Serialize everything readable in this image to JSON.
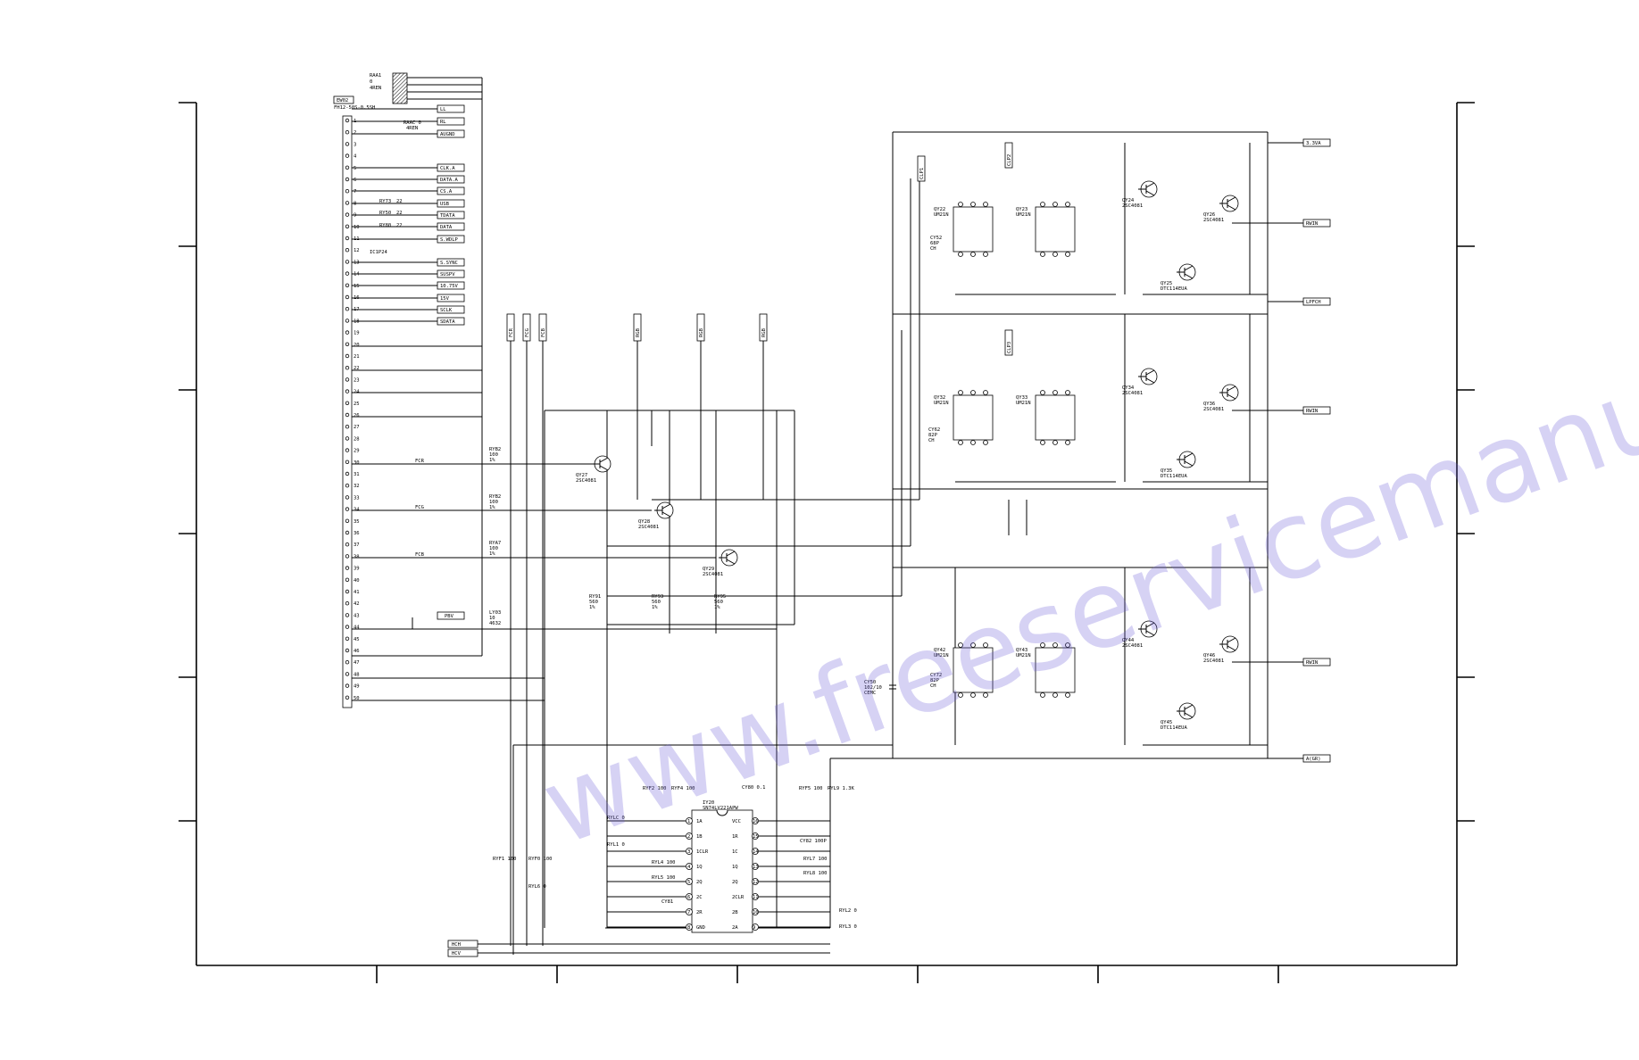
{
  "connector": {
    "ref": "EW02",
    "part": "FH12-50S-0.5SH",
    "pins": [
      "1",
      "2",
      "3",
      "4",
      "5",
      "6",
      "7",
      "8",
      "9",
      "10",
      "11",
      "12",
      "13",
      "14",
      "15",
      "16",
      "17",
      "18",
      "19",
      "20",
      "21",
      "22",
      "23",
      "24",
      "25",
      "26",
      "27",
      "28",
      "29",
      "30",
      "31",
      "32",
      "33",
      "34",
      "35",
      "36",
      "37",
      "38",
      "39",
      "40",
      "41",
      "42",
      "43",
      "44",
      "45",
      "46",
      "47",
      "48",
      "49",
      "50"
    ]
  },
  "resistor_arrays": [
    {
      "ref": "RAA1",
      "lines": [
        "0",
        "4REN"
      ]
    },
    {
      "ref": "RAAC 0",
      "lines": [
        "4REN"
      ]
    }
  ],
  "left_nets": [
    "LL",
    "RL",
    "AUGND",
    "CLK.A",
    "DATA.A",
    "CS.A",
    "USB",
    "TDATA",
    "DATA",
    "S.WDLP",
    "S.SYNC",
    "SUSPV",
    "10.75V",
    "15V",
    "SCLK",
    "SDATA"
  ],
  "left_resistors": [
    {
      "ref": "RY73",
      "val": "22"
    },
    {
      "ref": "RY50",
      "val": "22"
    },
    {
      "ref": "RY80",
      "val": "22"
    }
  ],
  "ic_label": "IC1P24",
  "input_labels": [
    "FCR",
    "FCG",
    "FCB"
  ],
  "pbv_label": "PBV",
  "mid_transistors": [
    {
      "ref": "QY27",
      "type": "2SC4081"
    },
    {
      "ref": "QY28",
      "type": "2SC4081"
    },
    {
      "ref": "QY29",
      "type": "2SC4081"
    }
  ],
  "mid_resistors": [
    {
      "ref": "RYB2",
      "lines": [
        "100",
        "1%"
      ]
    },
    {
      "ref": "RYB2",
      "lines": [
        "100",
        "1%"
      ]
    },
    {
      "ref": "RYA7",
      "lines": [
        "100",
        "1%"
      ]
    },
    {
      "ref": "LY03",
      "lines": [
        "10",
        "4632"
      ]
    },
    {
      "ref": "RY91",
      "lines": [
        "560",
        "1%"
      ]
    },
    {
      "ref": "RY93",
      "lines": [
        "560",
        "1%"
      ]
    },
    {
      "ref": "RY95",
      "lines": [
        "560",
        "1%"
      ]
    }
  ],
  "vert_nets": [
    "FCR",
    "FCG",
    "FCB",
    "RGB",
    "RGB",
    "RGB"
  ],
  "right_nets": [
    "3.3VA",
    "RWIN",
    "LPFCH",
    "RWIN",
    "RWIN",
    "A(GR)"
  ],
  "channel_labels": [
    "CLP1",
    "CLP2",
    "CLP3"
  ],
  "right_transistors": [
    {
      "ref": "QY24",
      "type": "2SC4081"
    },
    {
      "ref": "QY26",
      "type": "2SC4081"
    },
    {
      "ref": "QY25",
      "type": "DTC114EUA"
    },
    {
      "ref": "QY34",
      "type": "2SC4081"
    },
    {
      "ref": "QY36",
      "type": "2SC4081"
    },
    {
      "ref": "QY35",
      "type": "DTC114EUA"
    },
    {
      "ref": "QY44",
      "type": "2SC4081"
    },
    {
      "ref": "QY46",
      "type": "2SC4081"
    },
    {
      "ref": "QY45",
      "type": "DTC114EUA"
    }
  ],
  "switch_ics": [
    {
      "ref": "QY22",
      "type": "UM21N"
    },
    {
      "ref": "QY23",
      "type": "UM21N"
    },
    {
      "ref": "QY32",
      "type": "UM21N"
    },
    {
      "ref": "QY33",
      "type": "UM21N"
    },
    {
      "ref": "QY42",
      "type": "UM21N"
    },
    {
      "ref": "QY43",
      "type": "UM21N"
    }
  ],
  "caps": [
    {
      "ref": "CY52",
      "lines": [
        "68P",
        "CH"
      ]
    },
    {
      "ref": "CY62",
      "lines": [
        "82P",
        "CH"
      ]
    },
    {
      "ref": "CY72",
      "lines": [
        "82P",
        "CH"
      ]
    },
    {
      "ref": "CY50",
      "lines": [
        "102/10",
        "CEMC"
      ]
    }
  ],
  "bottom_ic": {
    "ref": "IY20",
    "part": "SN74LV221APW",
    "left_pins": [
      {
        "n": "1",
        "name": "1A"
      },
      {
        "n": "2",
        "name": "1B"
      },
      {
        "n": "3",
        "name": "1CLR"
      },
      {
        "n": "4",
        "name": "1Q"
      },
      {
        "n": "5",
        "name": "2Q"
      },
      {
        "n": "6",
        "name": "2C"
      },
      {
        "n": "7",
        "name": "2R"
      },
      {
        "n": "8",
        "name": "GND"
      }
    ],
    "right_pins": [
      {
        "n": "16",
        "name": "VCC"
      },
      {
        "n": "15",
        "name": "1R"
      },
      {
        "n": "14",
        "name": "1C"
      },
      {
        "n": "13",
        "name": "1Q"
      },
      {
        "n": "12",
        "name": "2Q"
      },
      {
        "n": "11",
        "name": "2CLR"
      },
      {
        "n": "10",
        "name": "2B"
      },
      {
        "n": "9",
        "name": "2A"
      }
    ]
  },
  "bottom_resistors": [
    "RYLC 0",
    "RYL1 0",
    "RYL4 100",
    "RYL5 100",
    "RYL7 100",
    "RYL8 100",
    "RYL2 0",
    "RYL3 0",
    "RYF1 100",
    "RYF0 100",
    "RYL6 0",
    "RYF2 100",
    "RYF4 100",
    "RYF5 100",
    "RYL9 1.3K"
  ],
  "bottom_caps": [
    "CY82 100P",
    "CY81",
    "CY80 0.1"
  ],
  "bottom_labels": [
    "HCH",
    "HCV"
  ],
  "watermark": "www.freeservicemanuals.info"
}
